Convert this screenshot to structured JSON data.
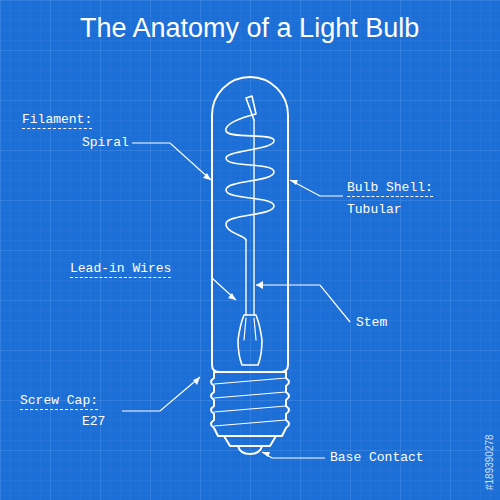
{
  "diagram": {
    "title": "The Anatomy of a Light Bulb",
    "labels": [
      "Filament:",
      "Spiral",
      "Bulb Shell:",
      "Tubular",
      "Lead-in Wires",
      "Stem",
      "Screw Cap:",
      "E27",
      "Base Contact",
      "#189390278"
    ]
  }
}
